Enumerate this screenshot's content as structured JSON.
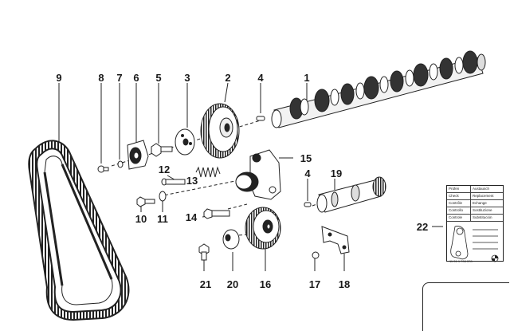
{
  "callouts": {
    "c1": "1",
    "c2": "2",
    "c3": "3",
    "c4a": "4",
    "c4b": "4",
    "c5": "5",
    "c6": "6",
    "c7": "7",
    "c8": "8",
    "c9": "9",
    "c10": "10",
    "c11": "11",
    "c12": "12",
    "c13": "13",
    "c14": "14",
    "c15": "15",
    "c16": "16",
    "c17": "17",
    "c18": "18",
    "c19": "19",
    "c20": "20",
    "c21": "21",
    "c22": "22"
  },
  "label_card": {
    "rows": [
      {
        "a": "Prüfen",
        "b": "Austausch"
      },
      {
        "a": "Check",
        "b": "Replacement"
      },
      {
        "a": "Contrôle",
        "b": "Echange"
      },
      {
        "a": "Controllo",
        "b": "Sostituzione"
      },
      {
        "a": "Controle",
        "b": "Substitución"
      }
    ],
    "footer": "11 31 1 708 578"
  }
}
